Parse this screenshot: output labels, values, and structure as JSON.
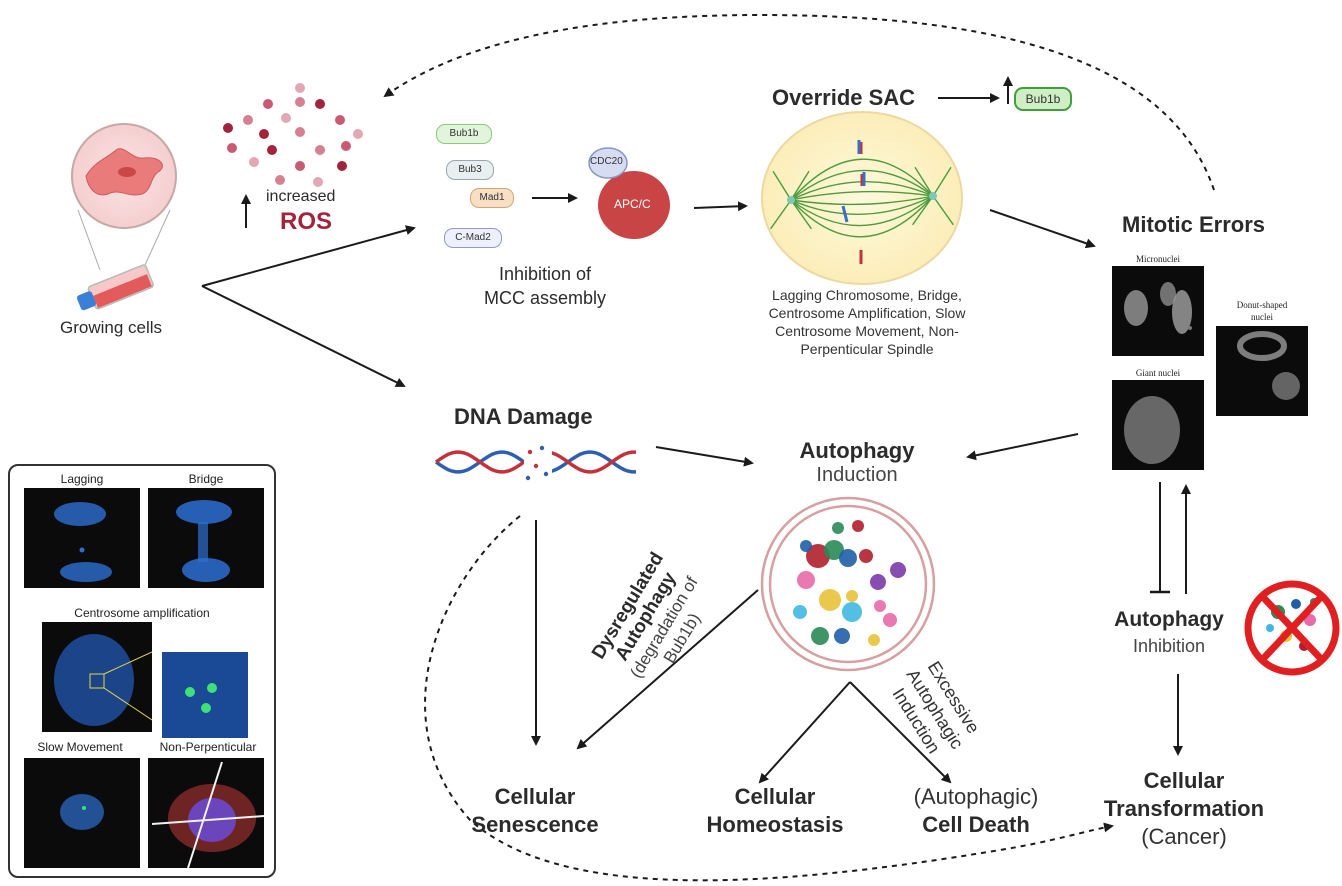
{
  "growing_cells": {
    "label": "Growing cells"
  },
  "ros": {
    "prefix": "increased",
    "label": "ROS"
  },
  "mcc": {
    "proteins": [
      "Bub1b",
      "Bub3",
      "Mad1",
      "C-Mad2"
    ],
    "cdc20": "CDC20",
    "apcc": "APC/C",
    "caption_line1": "Inhibition of",
    "caption_line2": "MCC assembly"
  },
  "sac": {
    "title": "Override SAC",
    "protein": "Bub1b"
  },
  "spindle": {
    "caption_lines": [
      "Lagging Chromosome, Bridge,",
      "Centrosome Amplification, Slow",
      "Centrosome Movement, Non-",
      "Perpenticular Spindle"
    ]
  },
  "mitotic_errors": {
    "title": "Mitotic Errors",
    "panels": {
      "micronuclei": "Micronuclei",
      "donut_line1": "Donut-shaped",
      "donut_line2": "nuclei",
      "giant": "Giant nuclei"
    }
  },
  "dna_damage": {
    "title": "DNA Damage"
  },
  "autophagy_induction": {
    "title": "Autophagy",
    "subtitle": "Induction"
  },
  "dysregulated": {
    "line1": "Dysregulated",
    "line2": "Autophagy",
    "line3": "(degradation of",
    "line4": "Bub1b)"
  },
  "excessive": {
    "line1": "Excessive",
    "line2": "Autophagic",
    "line3": "Induction"
  },
  "autophagy_inhibition": {
    "title": "Autophagy",
    "subtitle": "Inhibition"
  },
  "outcomes": {
    "senescence": {
      "line1": "Cellular",
      "line2": "Senescence"
    },
    "homeostasis": {
      "line1": "Cellular",
      "line2": "Homeostasis"
    },
    "cell_death": {
      "line1": "(Autophagic)",
      "line2": "Cell Death"
    },
    "transformation": {
      "line1": "Cellular",
      "line2": "Transformation",
      "line3": "(Cancer)"
    }
  },
  "inset": {
    "labels": [
      "Lagging",
      "Bridge",
      "Centrosome amplification",
      "Slow Movement",
      "Non-Perpenticular"
    ]
  },
  "colors": {
    "ros_red": "#a3243a",
    "apcc_red": "#c94444",
    "bub1b_green": "#b9e6a7",
    "spindle_green": "#4d9b3f",
    "text_dark": "#2b2b2b",
    "micro_blue": "#2c6fd1",
    "inhibit_red": "#e02020"
  }
}
